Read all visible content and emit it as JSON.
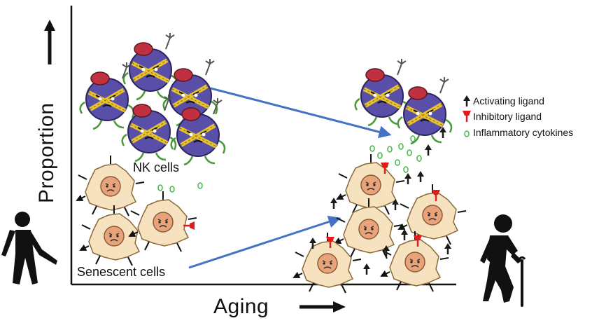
{
  "axes": {
    "x_label": "Aging",
    "y_label": "Proportion"
  },
  "labels": {
    "nk_cells": "NK cells",
    "senescent_cells": "Senescent cells"
  },
  "legend": [
    {
      "label": "Activating ligand",
      "icon": "black-arrow-icon",
      "color": "#1a1a1a"
    },
    {
      "label": "Inhibitory ligand",
      "icon": "red-arrow-icon",
      "color": "#e01b1b"
    },
    {
      "label": "Inflammatory cytokines",
      "icon": "green-oval-icon",
      "color": "#45b84a"
    }
  ],
  "colors": {
    "trend_arrow": "#4472c4",
    "nk_cell_body": "#5a4fa8",
    "senescent_cell": "#f6e2bf",
    "cytokine": "#45b84a",
    "inhibitory": "#e01b1b"
  }
}
